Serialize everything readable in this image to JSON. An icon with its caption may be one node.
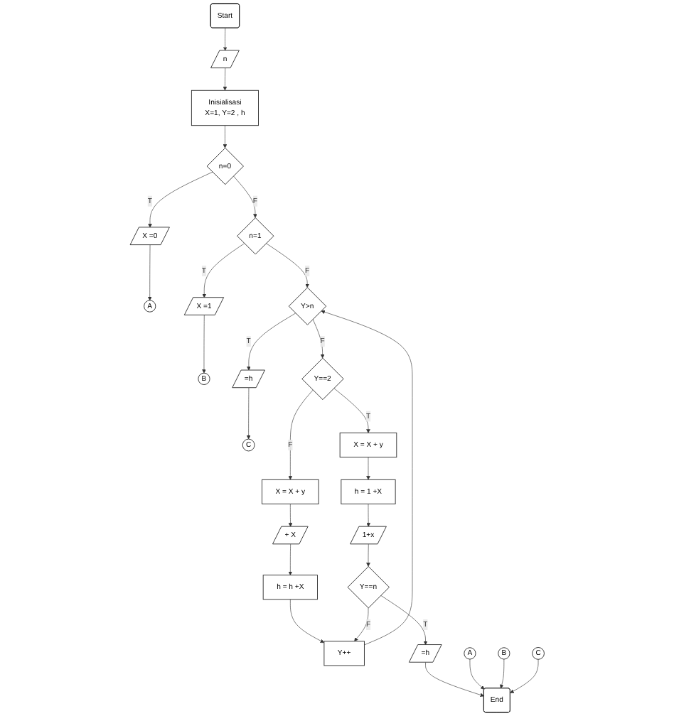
{
  "diagram": {
    "nodes": [
      {
        "text": [
          "Start"
        ]
      },
      {
        "text": [
          "n"
        ]
      },
      {
        "text": [
          "Inisialisasi",
          "X=1, Y=2 , h"
        ]
      },
      {
        "text": [
          "n=0"
        ]
      },
      {
        "text": [
          "X =0"
        ]
      },
      {
        "text": [
          "A"
        ]
      },
      {
        "text": [
          "n=1"
        ]
      },
      {
        "text": [
          "X =1"
        ]
      },
      {
        "text": [
          "B"
        ]
      },
      {
        "text": [
          "Y>n"
        ]
      },
      {
        "text": [
          "Y==2"
        ]
      },
      {
        "text": [
          "X = X + y"
        ]
      },
      {
        "text": [
          "+ X"
        ]
      },
      {
        "text": [
          "h = h +X"
        ]
      },
      {
        "text": [
          "Y++"
        ]
      },
      {
        "text": [
          "=h"
        ]
      },
      {
        "text": [
          "C"
        ]
      },
      {
        "text": [
          "X = X + y"
        ]
      },
      {
        "text": [
          "h = 1 +X"
        ]
      },
      {
        "text": [
          "1+x"
        ]
      },
      {
        "text": [
          "Y==n"
        ]
      },
      {
        "text": [
          "=h"
        ]
      },
      {
        "text": [
          "A"
        ]
      },
      {
        "text": [
          "B"
        ]
      },
      {
        "text": [
          "C"
        ]
      },
      {
        "text": [
          "End"
        ]
      }
    ],
    "edges": [
      {
        "from": 0,
        "to": 1,
        "arrow": "to"
      },
      {
        "from": 1,
        "to": 2,
        "arrow": "to"
      },
      {
        "from": 2,
        "to": 3,
        "arrow": "to"
      },
      {
        "from": 3,
        "to": 4,
        "arrow": "to",
        "label": "T"
      },
      {
        "from": 4,
        "to": 5,
        "arrow": "to"
      },
      {
        "from": 3,
        "to": 6,
        "arrow": "to",
        "label": "F"
      },
      {
        "from": 6,
        "to": 7,
        "arrow": "to",
        "label": "T"
      },
      {
        "from": 7,
        "to": 8,
        "arrow": "to"
      },
      {
        "from": 6,
        "to": 9,
        "arrow": "to",
        "label": "F"
      },
      {
        "from": 9,
        "to": 10,
        "arrow": "to",
        "label": "F"
      },
      {
        "from": 10,
        "to": 11,
        "arrow": "to",
        "label": "F"
      },
      {
        "from": 11,
        "to": 12,
        "arrow": "to"
      },
      {
        "from": 12,
        "to": 13,
        "arrow": "to"
      },
      {
        "from": 13,
        "to": 14,
        "arrow": "to"
      },
      {
        "from": 14,
        "to": 9,
        "arrow": "to"
      },
      {
        "from": 9,
        "to": 15,
        "arrow": "to",
        "label": "T"
      },
      {
        "from": 15,
        "to": 16,
        "arrow": "to"
      },
      {
        "from": 10,
        "to": 17,
        "arrow": "to",
        "label": "T"
      },
      {
        "from": 17,
        "to": 18,
        "arrow": "to"
      },
      {
        "from": 18,
        "to": 19,
        "arrow": "to"
      },
      {
        "from": 19,
        "to": 20,
        "arrow": "to"
      },
      {
        "from": 20,
        "to": 14,
        "arrow": "to",
        "label": "F"
      },
      {
        "from": 20,
        "to": 21,
        "arrow": "to",
        "label": "T"
      },
      {
        "from": 21,
        "to": 25,
        "arrow": "to"
      },
      {
        "from": 22,
        "to": 25,
        "arrow": "to"
      },
      {
        "from": 23,
        "to": 25,
        "arrow": "to"
      },
      {
        "from": 24,
        "to": 25,
        "arrow": "to"
      }
    ]
  }
}
